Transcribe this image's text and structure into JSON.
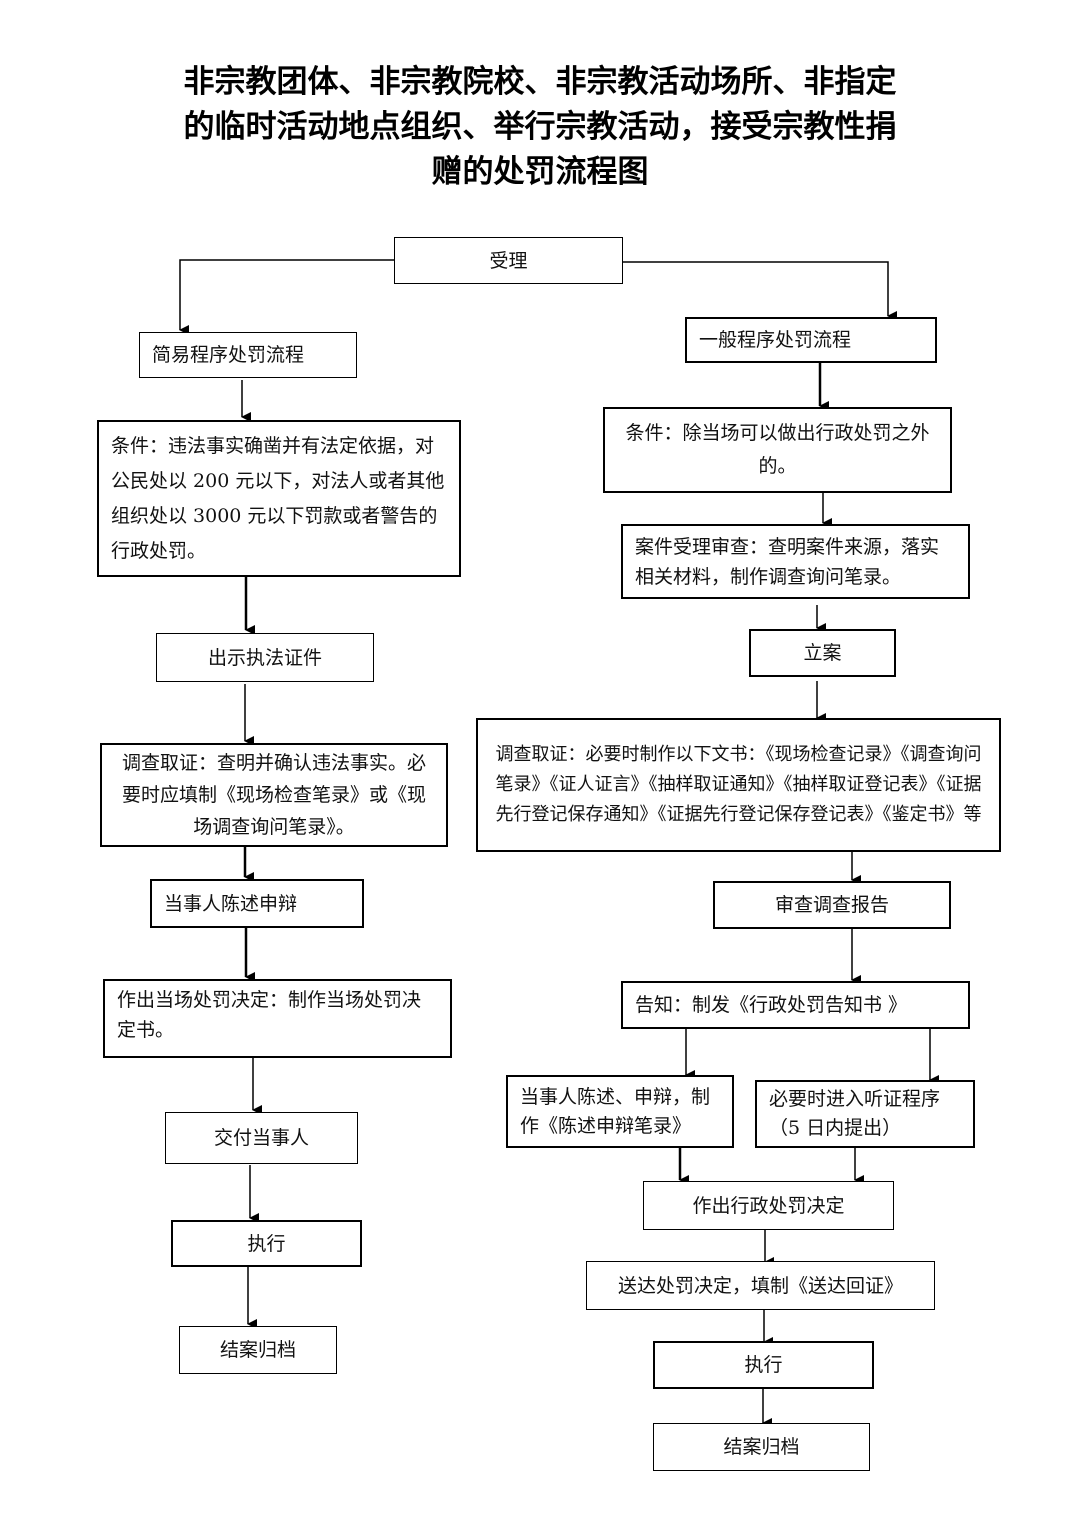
{
  "title": "非宗教团体、非宗教院校、非宗教活动场所、非指定的临时活动地点组织、举行宗教活动，接受宗教性捐赠的处罚流程图",
  "title_lines": [
    "非宗教团体、非宗教院校、非宗教活动场所、非指定",
    "的临时活动地点组织、举行宗教活动，接受宗教性捐",
    "赠的处罚流程图"
  ],
  "start": {
    "label": "受理"
  },
  "simple": {
    "header": "简易程序处罚流程",
    "steps": [
      "条件：违法事实确凿并有法定依据，对公民处以 200 元以下，对法人或者其他组织处以 3000 元以下罚款或者警告的行政处罚。",
      "出示执法证件",
      "调查取证：查明并确认违法事实。必要时应填制《现场检查笔录》或《现场调查询问笔录》。",
      "当事人陈述申辩",
      "作出当场处罚决定：制作当场处罚决定书。",
      "交付当事人",
      "执行",
      "结案归档"
    ]
  },
  "general": {
    "header": "一般程序处罚流程",
    "steps": [
      "条件：除当场可以做出行政处罚之外的。",
      "案件受理审查：查明案件来源，落实相关材料，制作调查询问笔录。",
      "立案",
      "调查取证：必要时制作以下文书：《现场检查记录》《调查询问笔录》《证人证言》《抽样取证通知》《抽样取证登记表》《证据先行登记保存通知》《证据先行登记保存登记表》《鉴定书》等",
      "审查调查报告",
      "告知：制发《行政处罚告知书 》",
      "当事人陈述、申辩，制作《陈述申辩笔录》",
      "必要时进入听证程序（5 日内提出）",
      "作出行政处罚决定",
      "送达处罚决定，填制《送达回证》",
      "执行",
      "结案归档"
    ]
  }
}
